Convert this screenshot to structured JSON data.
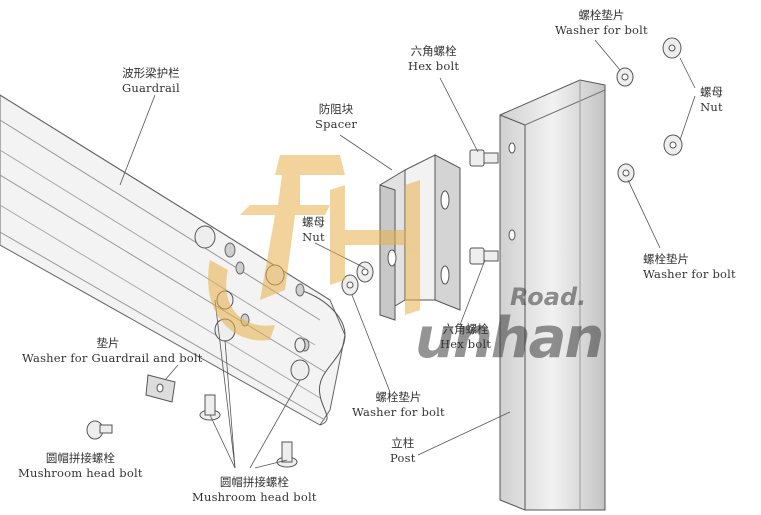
{
  "labels": {
    "guardrail": {
      "zh": "波形梁护栏",
      "en": "Guardrail"
    },
    "spacer": {
      "zh": "防阻块",
      "en": "Spacer"
    },
    "hex_bolt_top": {
      "zh": "六角螺栓",
      "en": "Hex bolt"
    },
    "washer_top": {
      "zh": "螺栓垫片",
      "en": "Washer for bolt"
    },
    "nut_right": {
      "zh": "螺母",
      "en": "Nut"
    },
    "nut_mid": {
      "zh": "螺母",
      "en": "Nut"
    },
    "washer_right": {
      "zh": "螺栓垫片",
      "en": "Washer for bolt"
    },
    "hex_bolt_mid": {
      "zh": "六角螺栓",
      "en": "Hex bolt"
    },
    "washer_guardrail": {
      "zh": "垫片",
      "en": "Washer for Guardrail and bolt"
    },
    "washer_mid": {
      "zh": "螺栓垫片",
      "en": "Washer for bolt"
    },
    "post": {
      "zh": "立柱",
      "en": "Post"
    },
    "mushroom_left": {
      "zh": "圆帽拼接螺栓",
      "en": "Mushroom head bolt"
    },
    "mushroom_bottom": {
      "zh": "圆帽拼接螺栓",
      "en": "Mushroom head bolt"
    }
  },
  "watermark": {
    "brand_top": "Road.",
    "brand_main": "unhan",
    "color": "#e8b04a"
  },
  "colors": {
    "line": "#555555",
    "metal_light": "#eeeeee",
    "metal_dark": "#b8b8b8"
  }
}
